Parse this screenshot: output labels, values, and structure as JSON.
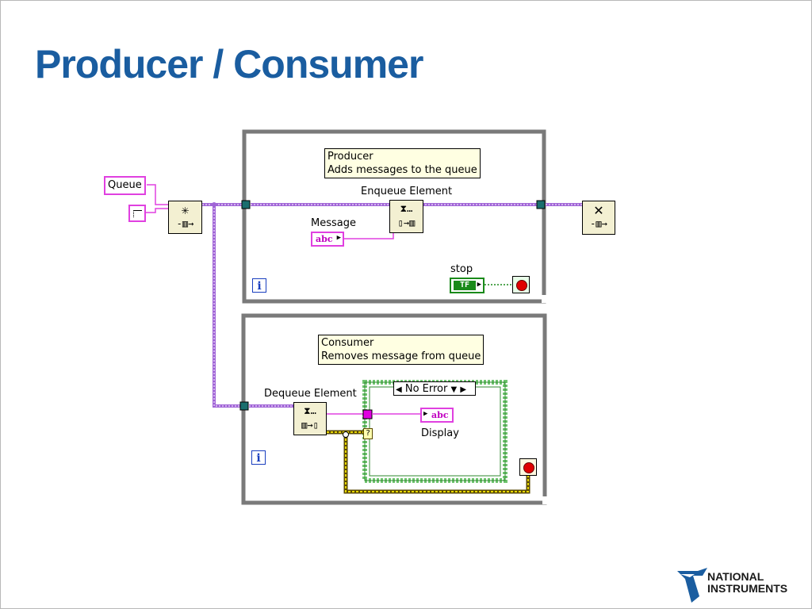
{
  "slide": {
    "title": "Producer / Consumer"
  },
  "diagram": {
    "queue_label": "Queue",
    "producer_comment_line1": "Producer",
    "producer_comment_line2": "Adds messages to the queue",
    "enqueue_label": "Enqueue Element",
    "message_label": "Message",
    "message_constant": "abc",
    "stop_label": "stop",
    "stop_constant": "TF",
    "consumer_comment_line1": "Consumer",
    "consumer_comment_line2": "Removes message from queue",
    "dequeue_label": "Dequeue Element",
    "case_value": "No Error",
    "display_label": "Display",
    "display_constant": "abc",
    "iteration_symbol": "i",
    "error_terminal": "?"
  },
  "logo": {
    "line1": "NATIONAL",
    "line2": "INSTRUMENTS"
  },
  "colors": {
    "title": "#1a5da0",
    "wire_queue": "#a065d6",
    "wire_string": "#e040e0",
    "wire_error": "#b8a400",
    "wire_bool": "#1a8a1a",
    "loop_frame": "#7a7a7a",
    "case_frame": "#7ed07e",
    "node_bg": "#f3f0d2",
    "logo_blue": "#1a5da0"
  }
}
